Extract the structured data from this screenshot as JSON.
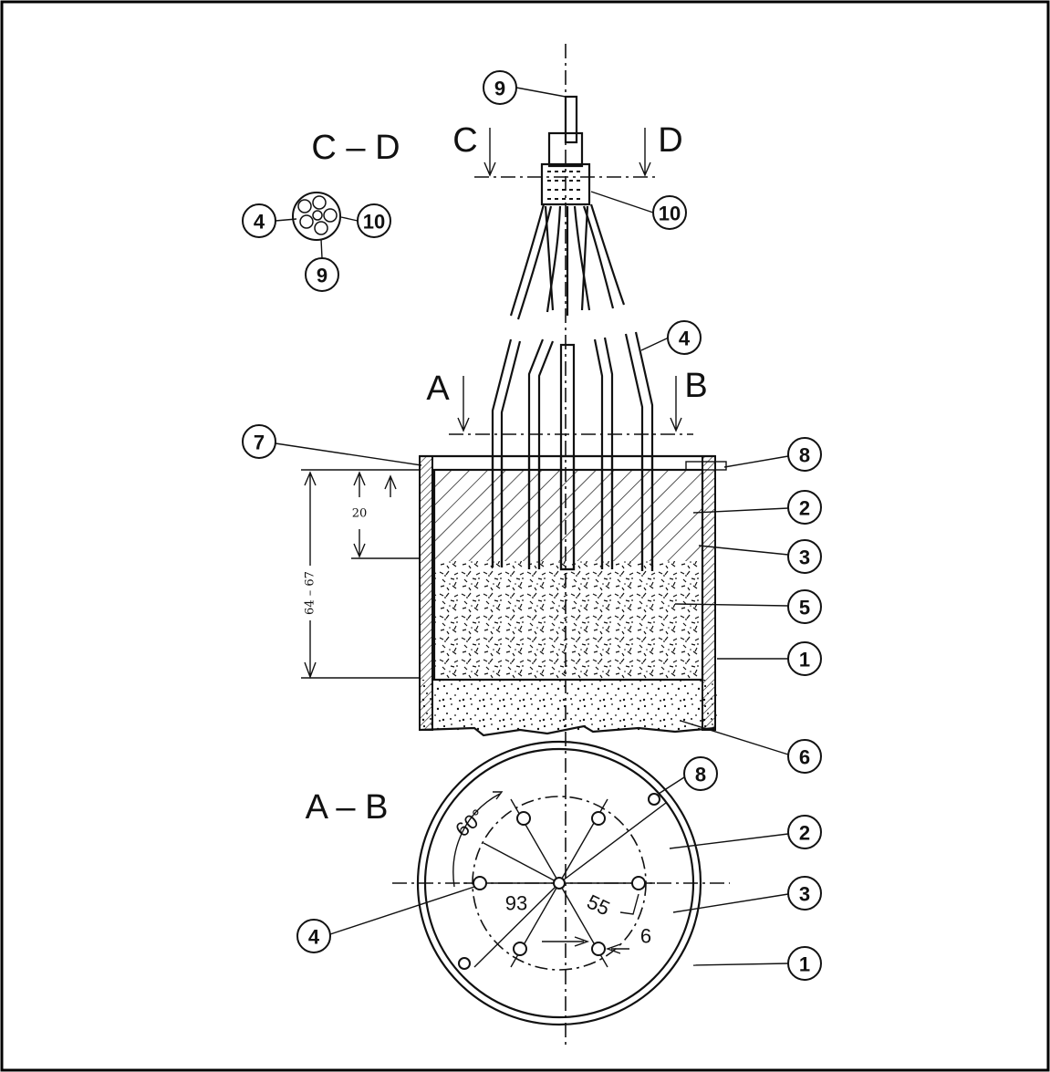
{
  "sections": {
    "cd": "C – D",
    "ab": "A – B",
    "c": "C",
    "d": "D",
    "a": "A",
    "b": "B"
  },
  "callouts": [
    {
      "id": "9-top",
      "n": "9"
    },
    {
      "id": "10-top",
      "n": "10"
    },
    {
      "id": "4-cd",
      "n": "4"
    },
    {
      "id": "10-cd",
      "n": "10"
    },
    {
      "id": "9-cd",
      "n": "9"
    },
    {
      "id": "4-tubes",
      "n": "4"
    },
    {
      "id": "7",
      "n": "7"
    },
    {
      "id": "8-side",
      "n": "8"
    },
    {
      "id": "2-side",
      "n": "2"
    },
    {
      "id": "3-side",
      "n": "3"
    },
    {
      "id": "5",
      "n": "5"
    },
    {
      "id": "1-side",
      "n": "1"
    },
    {
      "id": "6",
      "n": "6"
    },
    {
      "id": "8-plan",
      "n": "8"
    },
    {
      "id": "2-plan",
      "n": "2"
    },
    {
      "id": "3-plan",
      "n": "3"
    },
    {
      "id": "4-plan",
      "n": "4"
    },
    {
      "id": "1-plan",
      "n": "1"
    }
  ],
  "dimensions": {
    "depth_range": "64 – 67",
    "depth_top": "20",
    "angle": "60°",
    "outer_dia": "93",
    "pitch_dia": "55",
    "hole": "6"
  }
}
